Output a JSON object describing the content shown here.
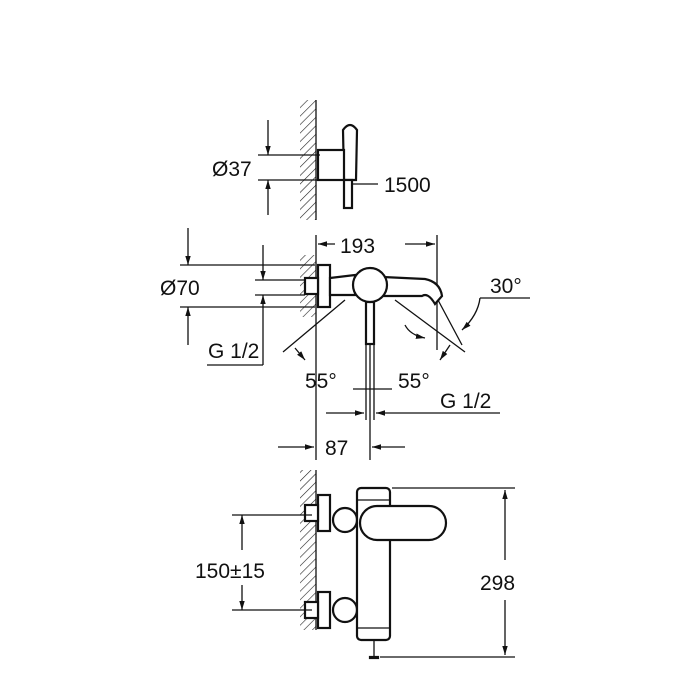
{
  "drawing": {
    "top_view": {
      "holder_diameter": "Ø37",
      "hose_length": "1500"
    },
    "middle_view": {
      "spout_length": "193",
      "flange_diameter": "Ø70",
      "inlet_thread_left": "G 1/2",
      "spout_angle": "30°",
      "lever_angle_left": "55°",
      "lever_angle_right": "55°",
      "outlet_thread": "G 1/2",
      "outlet_offset": "87"
    },
    "front_view": {
      "inlet_spacing": "150±15",
      "height": "298"
    }
  }
}
